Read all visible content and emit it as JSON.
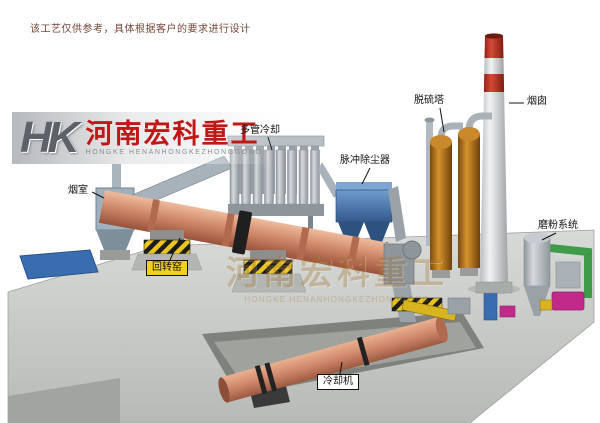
{
  "page": {
    "disclaimer": "该工艺仅供参考，具体根据客户的要求进行设计"
  },
  "logo": {
    "monogram": "HK",
    "company_cn": "河南宏科重工",
    "company_en": "HONGKE HENANHONGKEZHONGGONG"
  },
  "watermark": {
    "cn": "河南宏科重工",
    "en": "HONGKE HENANHONGKEZHONGGONG"
  },
  "labels": {
    "smoke_chamber": "烟室",
    "rotary_kiln": "回转窑",
    "multi_tube_cooling": "多管冷却",
    "pulse_dust_collector": "脉冲除尘器",
    "desulfurization_tower": "脱硫塔",
    "chimney": "烟囱",
    "grinding_system": "磨粉系统",
    "cooling_machine": "冷却机"
  },
  "colors": {
    "kiln_salmon": "#d08a6a",
    "dust_collector_blue": "#4a7cb5",
    "tower_orange": "#d6932c",
    "chimney_red": "#b5342a",
    "hazard_yellow": "#e9c51f",
    "logo_red": "#c21717",
    "ground_gray": "#c8cac7"
  }
}
